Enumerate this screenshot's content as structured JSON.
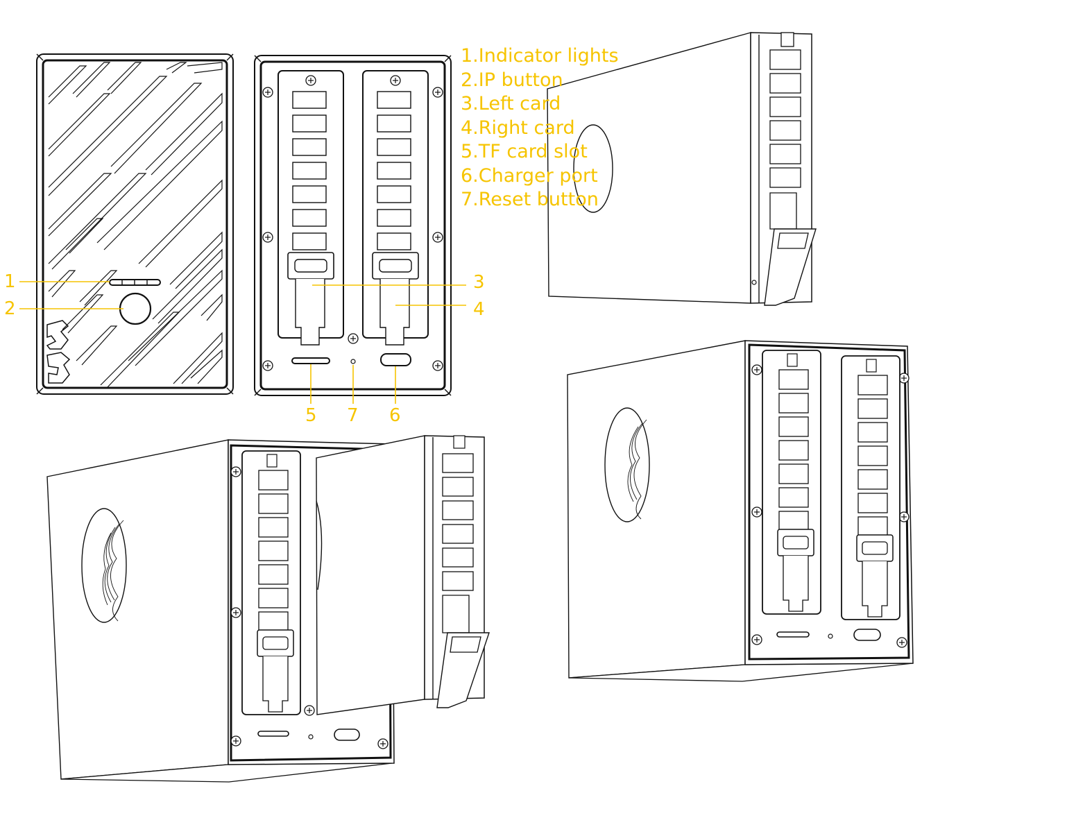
{
  "legend": [
    "1.Indicator lights",
    "2.IP button",
    "3.Left card",
    "4.Right card",
    "5.TF card slot",
    "6.Charger port",
    "7.Reset button"
  ],
  "callouts": {
    "c1": "1",
    "c2": "2",
    "c3": "3",
    "c4": "4",
    "c5": "5",
    "c6": "6",
    "c7": "7"
  },
  "colors": {
    "callout": "#f6c400",
    "line": "#111111"
  }
}
